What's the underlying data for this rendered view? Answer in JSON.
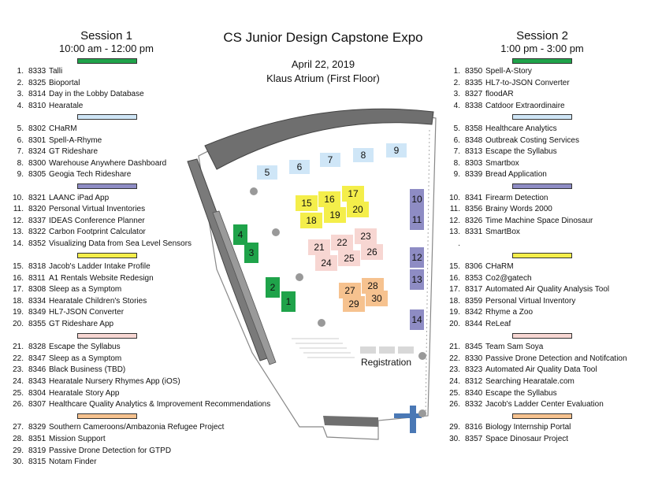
{
  "header": {
    "title": "CS Junior Design Capstone Expo",
    "date": "April 22, 2019",
    "location": "Klaus Atrium (First Floor)"
  },
  "colors": {
    "green": "#1fa34a",
    "blue": "#cfe6f7",
    "purple": "#8e8cc4",
    "yellow": "#f4ee4a",
    "pink": "#f7d6d2",
    "orange": "#f6c28f"
  },
  "session1": {
    "title": "Session 1",
    "time": "10:00 am - 12:00 pm",
    "groups": [
      {
        "color": "green",
        "items": [
          {
            "n": "1.",
            "code": "8333",
            "name": "Talli"
          },
          {
            "n": "2.",
            "code": "8325",
            "name": "Bioportal"
          },
          {
            "n": "3.",
            "code": "8314",
            "name": "Day in the Lobby Database"
          },
          {
            "n": "4.",
            "code": "8310",
            "name": "Hearatale"
          }
        ]
      },
      {
        "color": "blue",
        "items": [
          {
            "n": "5.",
            "code": "8302",
            "name": "CHaRM"
          },
          {
            "n": "6.",
            "code": "8301",
            "name": "Spell-A-Rhyme"
          },
          {
            "n": "7.",
            "code": "8324",
            "name": "GT Rideshare"
          },
          {
            "n": "8.",
            "code": "8300",
            "name": "Warehouse Anywhere Dashboard"
          },
          {
            "n": "9.",
            "code": "8305",
            "name": "Geogia Tech Rideshare"
          }
        ]
      },
      {
        "color": "purple",
        "items": [
          {
            "n": "10.",
            "code": "8321",
            "name": "LAANC iPad App"
          },
          {
            "n": "11.",
            "code": "8320",
            "name": "Personal Virtual Inventories"
          },
          {
            "n": "12.",
            "code": "8337",
            "name": "IDEAS Conference Planner"
          },
          {
            "n": "13.",
            "code": "8322",
            "name": "Carbon Footprint Calculator"
          },
          {
            "n": "14.",
            "code": "8352",
            "name": "Visualizing Data from Sea Level Sensors"
          }
        ]
      },
      {
        "color": "yellow",
        "items": [
          {
            "n": "15.",
            "code": "8318",
            "name": "Jacob's Ladder Intake Profile"
          },
          {
            "n": "16.",
            "code": "8311",
            "name": "A1 Rentals Website Redesign"
          },
          {
            "n": "17.",
            "code": "8308",
            "name": "Sleep as a Symptom"
          },
          {
            "n": "18.",
            "code": "8334",
            "name": "Hearatale Children's Stories"
          },
          {
            "n": "19.",
            "code": "8349",
            "name": "HL7-JSON Converter"
          },
          {
            "n": "20.",
            "code": "8355",
            "name": "GT Rideshare App"
          }
        ]
      },
      {
        "color": "pink",
        "items": [
          {
            "n": "21.",
            "code": "8328",
            "name": "Escape the Syllabus"
          },
          {
            "n": "22.",
            "code": "8347",
            "name": "Sleep as a Symptom"
          },
          {
            "n": "23.",
            "code": "8346",
            "name": "Black Business (TBD)"
          },
          {
            "n": "24.",
            "code": "8343",
            "name": "Hearatale Nursery Rhymes App (iOS)"
          },
          {
            "n": "25.",
            "code": "8304",
            "name": "Hearatale Story App"
          },
          {
            "n": "26.",
            "code": "8307",
            "name": "Healthcare Quality Analytics & Improvement Recommendations"
          }
        ]
      },
      {
        "color": "orange",
        "items": [
          {
            "n": "27.",
            "code": "8329",
            "name": "Southern Cameroons/Ambazonia Refugee Project"
          },
          {
            "n": "28.",
            "code": "8351",
            "name": "Mission Support"
          },
          {
            "n": "29.",
            "code": "8319",
            "name": "Passive Drone Detection for GTPD"
          },
          {
            "n": "30.",
            "code": "8315",
            "name": "Notam Finder"
          }
        ]
      }
    ]
  },
  "session2": {
    "title": "Session 2",
    "time": "1:00 pm - 3:00 pm",
    "groups": [
      {
        "color": "green",
        "items": [
          {
            "n": "1.",
            "code": "8350",
            "name": "Spell-A-Story"
          },
          {
            "n": "2.",
            "code": "8335",
            "name": "HL7-to-JSON Converter"
          },
          {
            "n": "3.",
            "code": "8327",
            "name": "floodAR"
          },
          {
            "n": "4.",
            "code": "8338",
            "name": "Catdoor Extraordinaire"
          }
        ]
      },
      {
        "color": "blue",
        "items": [
          {
            "n": "5.",
            "code": "8358",
            "name": "Healthcare Analytics"
          },
          {
            "n": "6.",
            "code": "8348",
            "name": "Outbreak Costing Services"
          },
          {
            "n": "7.",
            "code": "8313",
            "name": "Escape the Syllabus"
          },
          {
            "n": "8.",
            "code": "8303",
            "name": "Smartbox"
          },
          {
            "n": "9.",
            "code": "8339",
            "name": "Bread Application"
          }
        ]
      },
      {
        "color": "purple",
        "items": [
          {
            "n": "10.",
            "code": "8341",
            "name": "Firearm Detection"
          },
          {
            "n": "11.",
            "code": "8356",
            "name": "Brainy Words 2000"
          },
          {
            "n": "12.",
            "code": "8326",
            "name": "Time Machine Space Dinosaur"
          },
          {
            "n": "13.",
            "code": "8331",
            "name": "SmartBox"
          },
          {
            "n": ".",
            "code": "",
            "name": ""
          }
        ]
      },
      {
        "color": "yellow",
        "items": [
          {
            "n": "15.",
            "code": "8306",
            "name": "CHaRM"
          },
          {
            "n": "16.",
            "code": "8353",
            "name": "Co2@gatech"
          },
          {
            "n": "17.",
            "code": "8317",
            "name": "Automated Air Quality Analysis Tool"
          },
          {
            "n": "18.",
            "code": "8359",
            "name": "Personal Virtual Inventory"
          },
          {
            "n": "19.",
            "code": "8342",
            "name": "Rhyme a Zoo"
          },
          {
            "n": "20.",
            "code": "8344",
            "name": "ReLeaf"
          }
        ]
      },
      {
        "color": "pink",
        "items": [
          {
            "n": "21.",
            "code": "8345",
            "name": "Team Sam Soya"
          },
          {
            "n": "22.",
            "code": "8330",
            "name": "Passive Drone Detection and Notifcation"
          },
          {
            "n": "23.",
            "code": "8323",
            "name": "Automated Air Quality Data Tool"
          },
          {
            "n": "24.",
            "code": "8312",
            "name": "Searching Hearatale.com"
          },
          {
            "n": "25.",
            "code": "8340",
            "name": "Escape the Syllabus"
          },
          {
            "n": "26.",
            "code": "8332",
            "name": "Jacob's Ladder Center Evaluation"
          }
        ]
      },
      {
        "color": "orange",
        "items": [
          {
            "n": "29.",
            "code": "8316",
            "name": "Biology Internship Portal"
          },
          {
            "n": "30.",
            "code": "8357",
            "name": "Space Dinosaur Project"
          }
        ]
      }
    ]
  },
  "map": {
    "registration_label": "Registration",
    "booths": [
      {
        "label": "1",
        "color": "green"
      },
      {
        "label": "2",
        "color": "green"
      },
      {
        "label": "3",
        "color": "green"
      },
      {
        "label": "4",
        "color": "green"
      },
      {
        "label": "5",
        "color": "blue"
      },
      {
        "label": "6",
        "color": "blue"
      },
      {
        "label": "7",
        "color": "blue"
      },
      {
        "label": "8",
        "color": "blue"
      },
      {
        "label": "9",
        "color": "blue"
      },
      {
        "label": "10",
        "color": "purple"
      },
      {
        "label": "11",
        "color": "purple"
      },
      {
        "label": "12",
        "color": "purple"
      },
      {
        "label": "13",
        "color": "purple"
      },
      {
        "label": "14",
        "color": "purple"
      },
      {
        "label": "15",
        "color": "yellow"
      },
      {
        "label": "16",
        "color": "yellow"
      },
      {
        "label": "17",
        "color": "yellow"
      },
      {
        "label": "18",
        "color": "yellow"
      },
      {
        "label": "19",
        "color": "yellow"
      },
      {
        "label": "20",
        "color": "yellow"
      },
      {
        "label": "21",
        "color": "pink"
      },
      {
        "label": "22",
        "color": "pink"
      },
      {
        "label": "23",
        "color": "pink"
      },
      {
        "label": "24",
        "color": "pink"
      },
      {
        "label": "25",
        "color": "pink"
      },
      {
        "label": "26",
        "color": "pink"
      },
      {
        "label": "27",
        "color": "orange"
      },
      {
        "label": "28",
        "color": "orange"
      },
      {
        "label": "29",
        "color": "orange"
      },
      {
        "label": "30",
        "color": "orange"
      }
    ]
  }
}
